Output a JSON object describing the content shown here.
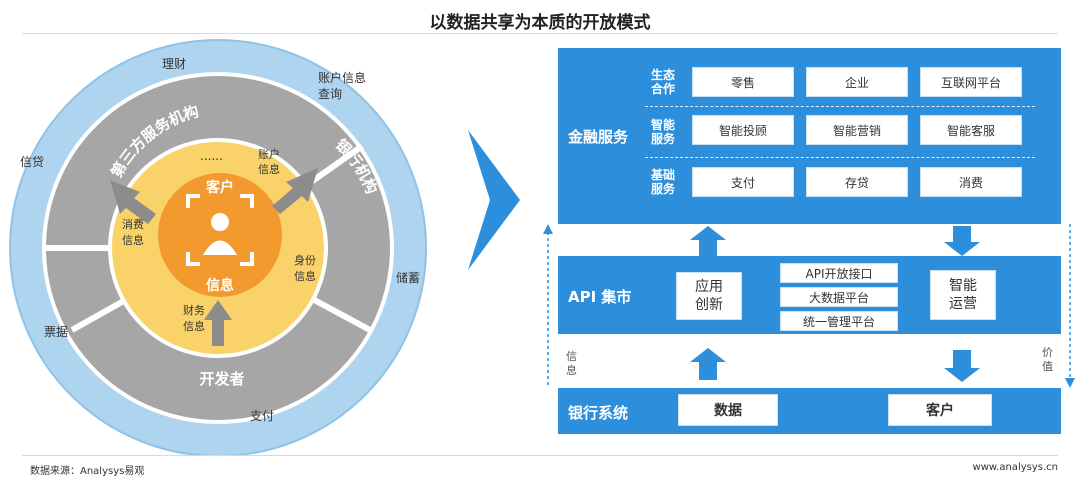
{
  "title": "以数据共享为本质的开放模式",
  "footer": {
    "source": "数据来源：Analysys易观",
    "url": "www.analysys.cn"
  },
  "left_diagram": {
    "outer_ring": [
      "理财",
      "账户信息查询",
      "信贷",
      "储蓄",
      "票据",
      "支付"
    ],
    "middle_ring": [
      "第三方服务机构",
      "银行机构",
      "开发者"
    ],
    "inner_ring": [
      "......",
      "账户信息",
      "消费信息",
      "身份信息",
      "财务信息"
    ],
    "center": {
      "top": "客户",
      "bottom": "信息"
    }
  },
  "right_diagram": {
    "finance": {
      "label": "金融服务",
      "rows": [
        {
          "label": "生态合作",
          "items": [
            "零售",
            "企业",
            "互联网平台"
          ]
        },
        {
          "label": "智能服务",
          "items": [
            "智能投顾",
            "智能营销",
            "智能客服"
          ]
        },
        {
          "label": "基础服务",
          "items": [
            "支付",
            "存贷",
            "消费"
          ]
        }
      ]
    },
    "api": {
      "label": "API 集市",
      "left_box": "应用创新",
      "stack": [
        "API开放接口",
        "大数据平台",
        "统一管理平台"
      ],
      "right_box": "智能运营"
    },
    "bank": {
      "label": "银行系统",
      "items": [
        "数据",
        "客户"
      ]
    },
    "side_labels": {
      "left": "信息",
      "right": "价值"
    }
  },
  "colors": {
    "blue": "#2d8fdc",
    "light_blue": "#aed4f0",
    "gray": "#a6a6a6",
    "yellow": "#fad26a",
    "orange": "#f29a2e"
  }
}
